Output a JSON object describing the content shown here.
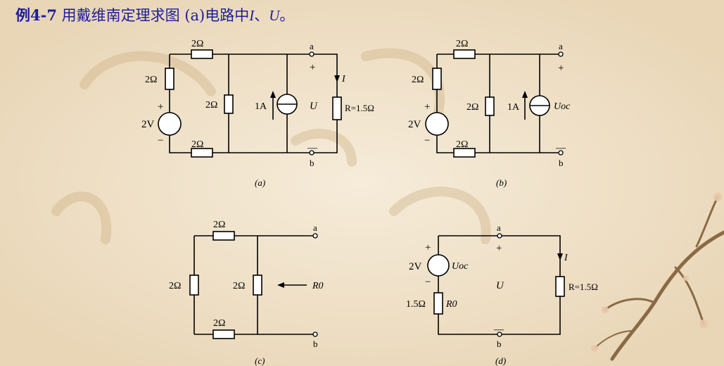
{
  "title": {
    "prefix": "例4-7",
    "text": "用戴维南定理求图 (a)电路中",
    "var_i": "I",
    "sep": "、",
    "var_u": "U",
    "end": "。"
  },
  "circuits": {
    "a": {
      "caption": "(a)",
      "r_top": "2Ω",
      "r_left": "2Ω",
      "r_bottom": "2Ω",
      "r_mid": "2Ω",
      "source_v": "2V",
      "source_plus": "+",
      "source_minus": "−",
      "current_src": "1A",
      "u_label": "U",
      "node_a": "a",
      "node_b": "b",
      "plus_a": "+",
      "minus_b": "—",
      "i_label": "I",
      "r_load": "R=1.5Ω"
    },
    "b": {
      "caption": "(b)",
      "r_top": "2Ω",
      "r_left": "2Ω",
      "r_bottom": "2Ω",
      "r_mid": "2Ω",
      "source_v": "2V",
      "source_plus": "+",
      "source_minus": "−",
      "current_src": "1A",
      "u_label": "Uoc",
      "node_a": "a",
      "node_b": "b",
      "plus_a": "+",
      "minus_b": "—"
    },
    "c": {
      "caption": "(c)",
      "r_top": "2Ω",
      "r_left": "2Ω",
      "r_bottom": "2Ω",
      "r_mid": "2Ω",
      "r0_label": "R0",
      "node_a": "a",
      "node_b": "b"
    },
    "d": {
      "caption": "(d)",
      "source_v": "2V",
      "source_plus": "+",
      "source_minus": "−",
      "uoc_label": "Uoc",
      "r0_value": "1.5Ω",
      "r0_label": "R0",
      "u_label": "U",
      "node_a": "a",
      "node_b": "b",
      "plus_a": "+",
      "minus_b": "—",
      "i_label": "I",
      "r_load": "R=1.5Ω"
    }
  }
}
